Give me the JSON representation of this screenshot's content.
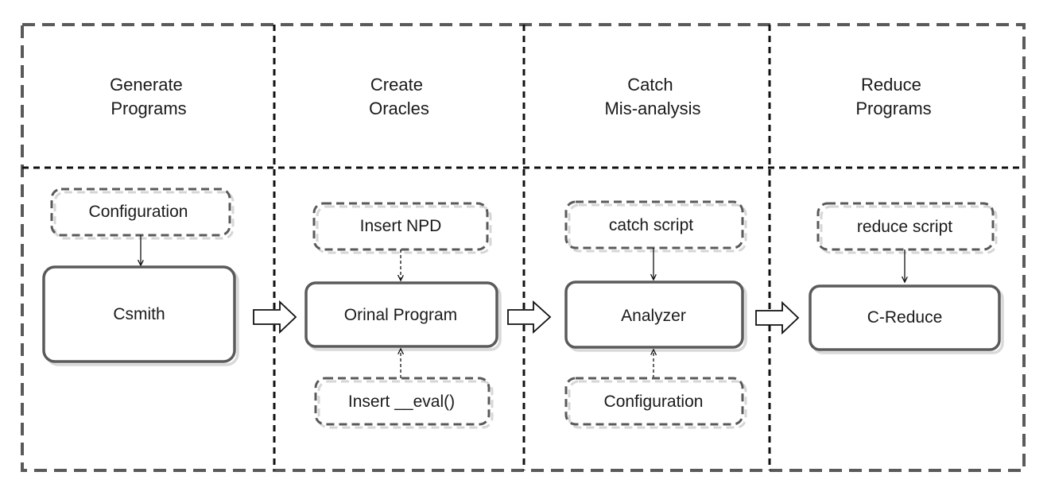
{
  "stages": [
    {
      "title_line1": "Generate",
      "title_line2": "Programs"
    },
    {
      "title_line1": "Create",
      "title_line2": "Oracles"
    },
    {
      "title_line1": "Catch",
      "title_line2": "Mis-analysis"
    },
    {
      "title_line1": "Reduce",
      "title_line2": "Programs"
    }
  ],
  "boxes": {
    "generate_config": "Configuration",
    "csmith": "Csmith",
    "insert_npd": "Insert NPD",
    "original_program": "Orinal Program",
    "insert_eval": "Insert __eval()",
    "catch_script": "catch script",
    "analyzer": "Analyzer",
    "analyzer_config": "Configuration",
    "reduce_script": "reduce script",
    "c_reduce": "C-Reduce"
  },
  "colors": {
    "border": "#555555",
    "stroke": "#111111",
    "shadow": "#d9d9d9"
  }
}
